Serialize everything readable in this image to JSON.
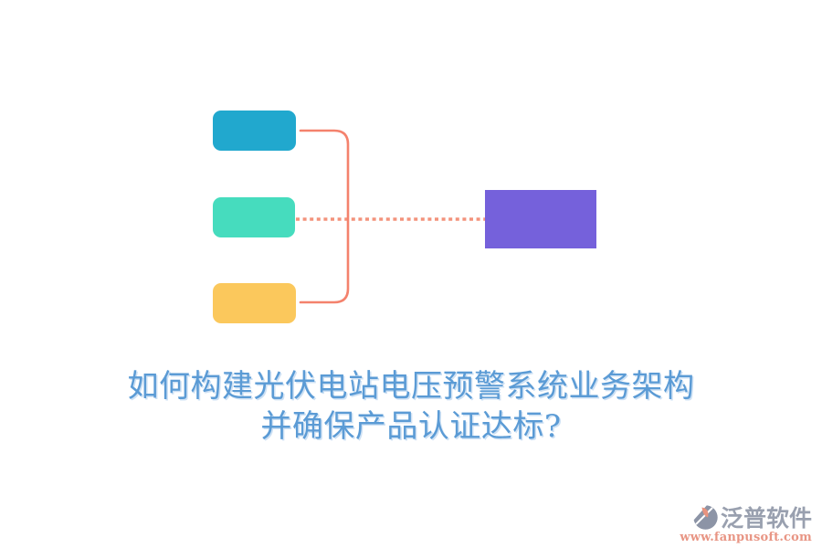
{
  "title": {
    "line1": "如何构建光伏电站电压预警系统业务架构",
    "line2": "并确保产品认证达标?",
    "color": "#5B9BD5"
  },
  "diagram": {
    "boxes": [
      {
        "name": "item-top",
        "color": "#21A8CE"
      },
      {
        "name": "item-middle",
        "color": "#46DCBE"
      },
      {
        "name": "item-bottom",
        "color": "#FBC85C"
      },
      {
        "name": "result",
        "color": "#7561DB"
      }
    ],
    "connector": {
      "bracket_color": "#F4826D",
      "dashed_link_color": "#F2886E"
    }
  },
  "watermark": {
    "brand": "泛普软件",
    "url": "www.fanpusoft.com",
    "brand_color": "#99A0AF",
    "url_color": "#E89584",
    "logo_circle_color": "#8C94A6",
    "logo_comma_color": "#E8937E"
  }
}
